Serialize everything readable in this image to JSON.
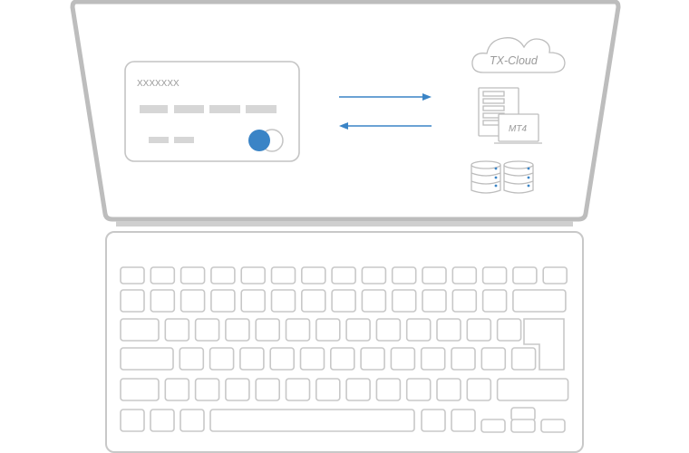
{
  "card": {
    "number_text": "XXXXXXX"
  },
  "cloud": {
    "label": "TX-Cloud"
  },
  "server": {
    "label": "MT4"
  },
  "colors": {
    "accent": "#3a84c6",
    "outline": "#c8c8c8",
    "screen_bezel": "#bdbdbd"
  },
  "icons": [
    "payment-card-icon",
    "arrow-right-icon",
    "arrow-left-icon",
    "cloud-icon",
    "server-rack-icon",
    "monitor-icon",
    "database-icon",
    "keyboard-icon"
  ]
}
